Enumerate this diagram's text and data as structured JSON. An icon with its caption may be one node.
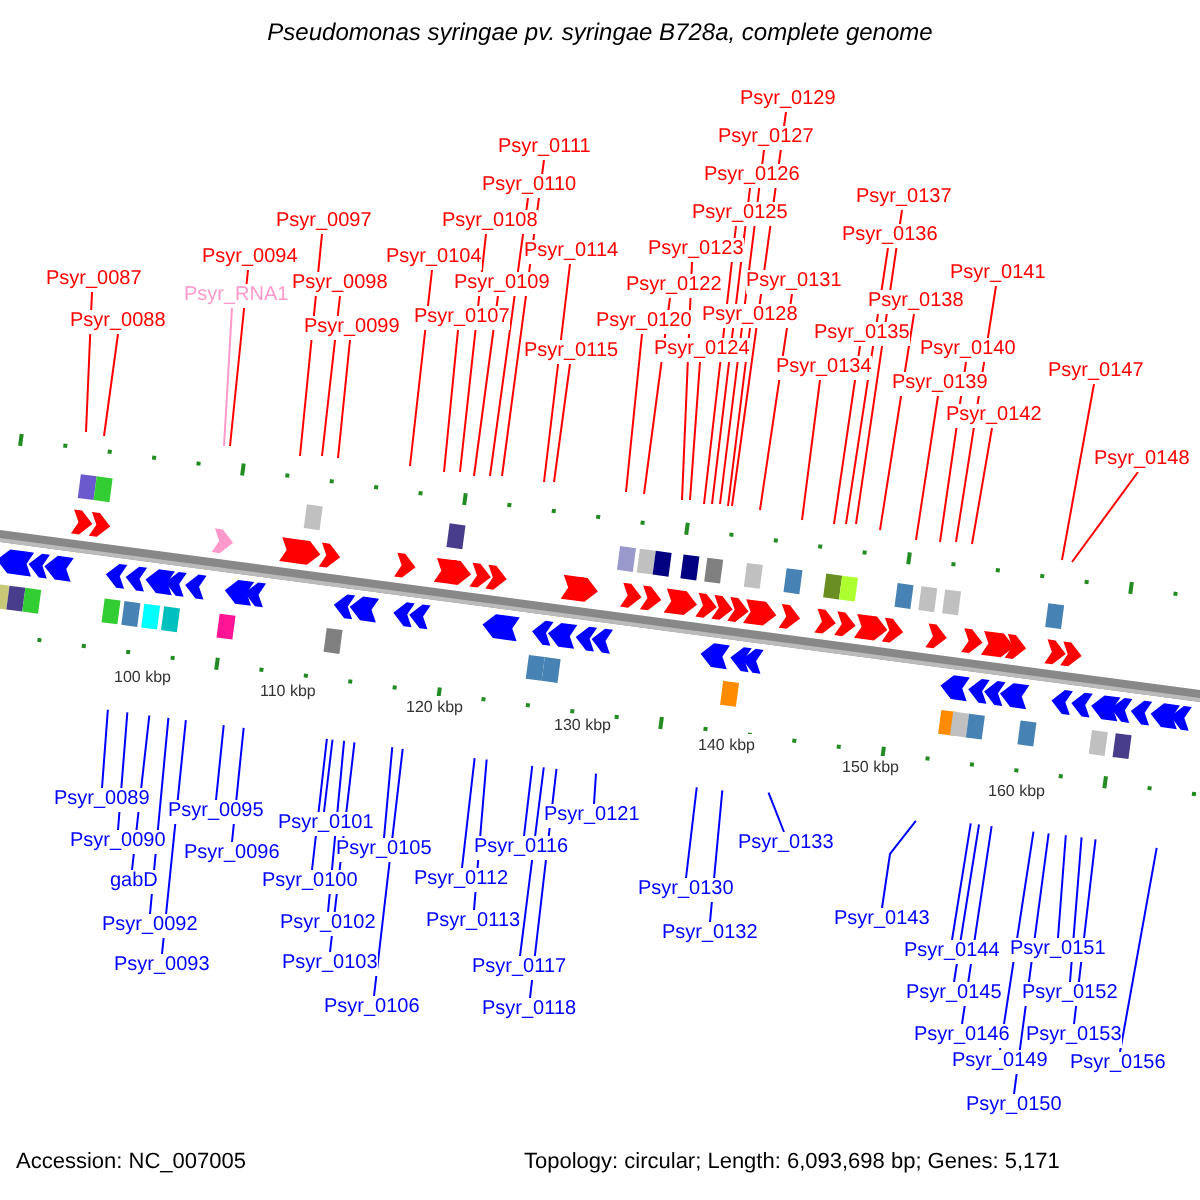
{
  "diagram": {
    "title": "Pseudomonas syringae pv. syringae B728a, complete genome",
    "nodes": [
      {
        "text": [
          "Psyr_0087"
        ]
      },
      {
        "text": [
          "Psyr_0088"
        ]
      },
      {
        "text": [
          "Psyr_0089"
        ]
      },
      {
        "text": [
          "Psyr_0090"
        ]
      },
      {
        "text": [
          "gabD"
        ]
      },
      {
        "text": [
          "Psyr_0092"
        ]
      },
      {
        "text": [
          "Psyr_0093"
        ]
      },
      {
        "text": [
          "Psyr_RNA1"
        ]
      },
      {
        "text": [
          "Psyr_0094"
        ]
      },
      {
        "text": [
          "Psyr_0095"
        ]
      },
      {
        "text": [
          "Psyr_0096"
        ]
      },
      {
        "text": [
          "Psyr_0097"
        ]
      },
      {
        "text": [
          "Psyr_0098"
        ]
      },
      {
        "text": [
          "Psyr_0099"
        ]
      },
      {
        "text": [
          "Psyr_0100"
        ]
      },
      {
        "text": [
          "Psyr_0101"
        ]
      },
      {
        "text": [
          "Psyr_0102"
        ]
      },
      {
        "text": [
          "Psyr_0103"
        ]
      },
      {
        "text": [
          "Psyr_0104"
        ]
      },
      {
        "text": [
          "Psyr_0105"
        ]
      },
      {
        "text": [
          "Psyr_0106"
        ]
      },
      {
        "text": [
          "Psyr_0107"
        ]
      },
      {
        "text": [
          "Psyr_0108"
        ]
      },
      {
        "text": [
          "Psyr_0109"
        ]
      },
      {
        "text": [
          "Psyr_0110"
        ]
      },
      {
        "text": [
          "Psyr_0111"
        ]
      },
      {
        "text": [
          "Psyr_0112"
        ]
      },
      {
        "text": [
          "Psyr_0113"
        ]
      },
      {
        "text": [
          "Psyr_0114"
        ]
      },
      {
        "text": [
          "Psyr_0115"
        ]
      },
      {
        "text": [
          "Psyr_0116"
        ]
      },
      {
        "text": [
          "Psyr_0117"
        ]
      },
      {
        "text": [
          "Psyr_0118"
        ]
      },
      {
        "text": [
          "Psyr_0120"
        ]
      },
      {
        "text": [
          "Psyr_0121"
        ]
      },
      {
        "text": [
          "Psyr_0122"
        ]
      },
      {
        "text": [
          "Psyr_0123"
        ]
      },
      {
        "text": [
          "Psyr_0124"
        ]
      },
      {
        "text": [
          "Psyr_0125"
        ]
      },
      {
        "text": [
          "Psyr_0126"
        ]
      },
      {
        "text": [
          "Psyr_0127"
        ]
      },
      {
        "text": [
          "Psyr_0128"
        ]
      },
      {
        "text": [
          "Psyr_0129"
        ]
      },
      {
        "text": [
          "Psyr_0130"
        ]
      },
      {
        "text": [
          "Psyr_0131"
        ]
      },
      {
        "text": [
          "Psyr_0132"
        ]
      },
      {
        "text": [
          "Psyr_0133"
        ]
      },
      {
        "text": [
          "Psyr_0134"
        ]
      },
      {
        "text": [
          "Psyr_0135"
        ]
      },
      {
        "text": [
          "Psyr_0136"
        ]
      },
      {
        "text": [
          "Psyr_0137"
        ]
      },
      {
        "text": [
          "Psyr_0138"
        ]
      },
      {
        "text": [
          "Psyr_0139"
        ]
      },
      {
        "text": [
          "Psyr_0140"
        ]
      },
      {
        "text": [
          "Psyr_0141"
        ]
      },
      {
        "text": [
          "Psyr_0142"
        ]
      },
      {
        "text": [
          "Psyr_0143"
        ]
      },
      {
        "text": [
          "Psyr_0144"
        ]
      },
      {
        "text": [
          "Psyr_0145"
        ]
      },
      {
        "text": [
          "Psyr_0146"
        ]
      },
      {
        "text": [
          "Psyr_0147"
        ]
      },
      {
        "text": [
          "Psyr_0148"
        ]
      },
      {
        "text": [
          "Psyr_0149"
        ]
      },
      {
        "text": [
          "Psyr_0150"
        ]
      },
      {
        "text": [
          "Psyr_0151"
        ]
      },
      {
        "text": [
          "Psyr_0152"
        ]
      },
      {
        "text": [
          "Psyr_0153"
        ]
      },
      {
        "text": [
          "Psyr_0156"
        ]
      }
    ],
    "edges": [
      {
        "from": 0,
        "to": null,
        "arrow": "none"
      },
      {
        "from": 1,
        "to": null,
        "arrow": "none"
      },
      {
        "from": 2,
        "to": null,
        "arrow": "none",
        "color": "#0000ff"
      },
      {
        "from": 3,
        "to": null,
        "arrow": "none",
        "color": "#0000ff"
      },
      {
        "from": 4,
        "to": null,
        "arrow": "none",
        "color": "#0000ff"
      },
      {
        "from": 5,
        "to": null,
        "arrow": "none",
        "color": "#0000ff"
      },
      {
        "from": 6,
        "to": null,
        "arrow": "none",
        "color": "#0000ff"
      },
      {
        "from": 7,
        "to": null,
        "arrow": "none",
        "color": "#ff99cc"
      },
      {
        "from": 8,
        "to": null,
        "arrow": "none"
      },
      {
        "from": 9,
        "to": null,
        "arrow": "none",
        "color": "#0000ff"
      },
      {
        "from": 10,
        "to": null,
        "arrow": "none",
        "color": "#0000ff"
      },
      {
        "from": 11,
        "to": null,
        "arrow": "none"
      },
      {
        "from": 12,
        "to": null,
        "arrow": "none"
      },
      {
        "from": 13,
        "to": null,
        "arrow": "none"
      },
      {
        "from": 14,
        "to": null,
        "arrow": "none",
        "color": "#0000ff"
      },
      {
        "from": 15,
        "to": null,
        "arrow": "none",
        "color": "#0000ff"
      },
      {
        "from": 16,
        "to": null,
        "arrow": "none",
        "color": "#0000ff"
      },
      {
        "from": 17,
        "to": null,
        "arrow": "none",
        "color": "#0000ff"
      },
      {
        "from": 18,
        "to": null,
        "arrow": "none"
      },
      {
        "from": 19,
        "to": null,
        "arrow": "none",
        "color": "#0000ff"
      },
      {
        "from": 20,
        "to": null,
        "arrow": "none",
        "color": "#0000ff"
      },
      {
        "from": 21,
        "to": null,
        "arrow": "none"
      },
      {
        "from": 22,
        "to": null,
        "arrow": "none"
      },
      {
        "from": 23,
        "to": null,
        "arrow": "none"
      },
      {
        "from": 24,
        "to": null,
        "arrow": "none"
      },
      {
        "from": 25,
        "to": null,
        "arrow": "none"
      },
      {
        "from": 26,
        "to": null,
        "arrow": "none",
        "color": "#0000ff"
      },
      {
        "from": 27,
        "to": null,
        "arrow": "none",
        "color": "#0000ff"
      },
      {
        "from": 28,
        "to": null,
        "arrow": "none"
      },
      {
        "from": 29,
        "to": null,
        "arrow": "none"
      },
      {
        "from": 30,
        "to": null,
        "arrow": "none",
        "color": "#0000ff"
      },
      {
        "from": 31,
        "to": null,
        "arrow": "none",
        "color": "#0000ff"
      },
      {
        "from": 32,
        "to": null,
        "arrow": "none",
        "color": "#0000ff"
      },
      {
        "from": 33,
        "to": null,
        "arrow": "none"
      },
      {
        "from": 34,
        "to": null,
        "arrow": "none",
        "color": "#0000ff"
      },
      {
        "from": 35,
        "to": null,
        "arrow": "none"
      },
      {
        "from": 36,
        "to": null,
        "arrow": "none"
      },
      {
        "from": 37,
        "to": null,
        "arrow": "none"
      },
      {
        "from": 38,
        "to": null,
        "arrow": "none"
      },
      {
        "from": 39,
        "to": null,
        "arrow": "none"
      },
      {
        "from": 40,
        "to": null,
        "arrow": "none"
      },
      {
        "from": 41,
        "to": null,
        "arrow": "none"
      },
      {
        "from": 42,
        "to": null,
        "arrow": "none"
      },
      {
        "from": 43,
        "to": null,
        "arrow": "none",
        "color": "#0000ff"
      },
      {
        "from": 44,
        "to": null,
        "arrow": "none"
      },
      {
        "from": 45,
        "to": null,
        "arrow": "none",
        "color": "#0000ff"
      },
      {
        "from": 46,
        "to": null,
        "arrow": "none",
        "color": "#0000ff"
      },
      {
        "from": 47,
        "to": null,
        "arrow": "none"
      },
      {
        "from": 48,
        "to": null,
        "arrow": "none"
      },
      {
        "from": 49,
        "to": null,
        "arrow": "none"
      },
      {
        "from": 50,
        "to": null,
        "arrow": "none"
      },
      {
        "from": 51,
        "to": null,
        "arrow": "none"
      },
      {
        "from": 52,
        "to": null,
        "arrow": "none"
      },
      {
        "from": 53,
        "to": null,
        "arrow": "none"
      },
      {
        "from": 54,
        "to": null,
        "arrow": "none"
      },
      {
        "from": 55,
        "to": null,
        "arrow": "none"
      },
      {
        "from": 56,
        "to": null,
        "arrow": "none",
        "color": "#0000ff"
      },
      {
        "from": 57,
        "to": null,
        "arrow": "none",
        "color": "#0000ff"
      },
      {
        "from": 58,
        "to": null,
        "arrow": "none",
        "color": "#0000ff"
      },
      {
        "from": 59,
        "to": null,
        "arrow": "none",
        "color": "#0000ff"
      },
      {
        "from": 60,
        "to": null,
        "arrow": "none"
      },
      {
        "from": 61,
        "to": null,
        "arrow": "none"
      },
      {
        "from": 62,
        "to": null,
        "arrow": "none",
        "color": "#0000ff"
      },
      {
        "from": 63,
        "to": null,
        "arrow": "none",
        "color": "#0000ff"
      },
      {
        "from": 64,
        "to": null,
        "arrow": "none",
        "color": "#0000ff"
      },
      {
        "from": 65,
        "to": null,
        "arrow": "none",
        "color": "#0000ff"
      },
      {
        "from": 66,
        "to": null,
        "arrow": "none",
        "color": "#0000ff"
      },
      {
        "from": 67,
        "to": null,
        "arrow": "none",
        "color": "#0000ff"
      }
    ],
    "labels": [
      "100 kbp",
      "110 kbp",
      "120 kbp",
      "130 kbp",
      "140 kbp",
      "150 kbp",
      "160 kbp",
      "Accession: NC_007005",
      "Topology: circular; Length: 6,093,698 bp; Genes: 5,171"
    ]
  }
}
